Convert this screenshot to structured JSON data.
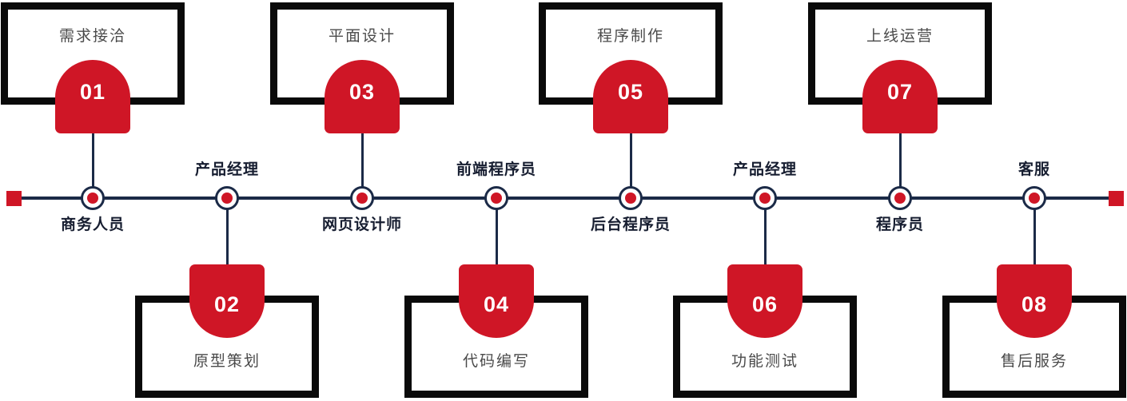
{
  "colors": {
    "accent_red": "#cf1626",
    "line_navy": "#1b2a47",
    "box_border": "#0a0a0a",
    "title_gray": "#4a4a4a",
    "role_text": "#161d30"
  },
  "steps": [
    {
      "number": "01",
      "title": "需求接洽",
      "role": "商务人员"
    },
    {
      "number": "02",
      "title": "原型策划",
      "role": "产品经理"
    },
    {
      "number": "03",
      "title": "平面设计",
      "role": "网页设计师"
    },
    {
      "number": "04",
      "title": "代码编写",
      "role": "前端程序员"
    },
    {
      "number": "05",
      "title": "程序制作",
      "role": "后台程序员"
    },
    {
      "number": "06",
      "title": "功能测试",
      "role": "产品经理"
    },
    {
      "number": "07",
      "title": "上线运营",
      "role": "程序员"
    },
    {
      "number": "08",
      "title": "售后服务",
      "role": "客服"
    }
  ]
}
